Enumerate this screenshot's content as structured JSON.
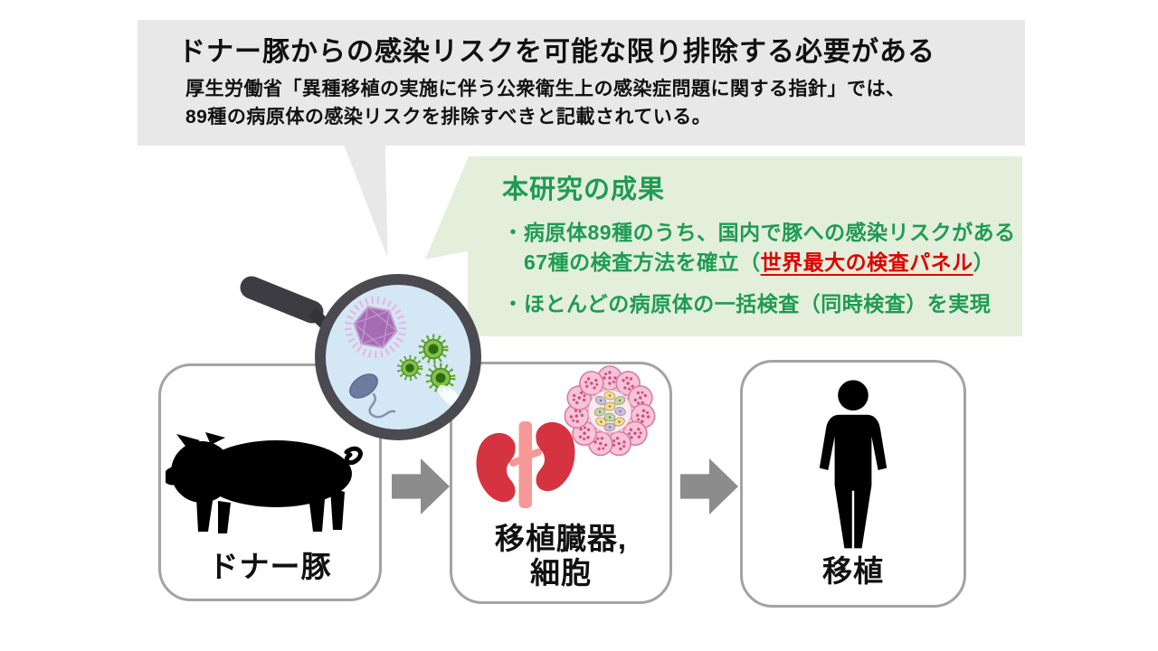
{
  "slide": {
    "issue_box": {
      "title": "ドナー豚からの感染リスクを可能な限り排除する必要がある",
      "detail_line1": "厚生労働省「異種移植の実施に伴う公衆衛生上の感染症問題に関する指針」では、",
      "detail_line2": "89種の病原体の感染リスクを排除すべきと記載されている。"
    },
    "results_box": {
      "title": "本研究の成果",
      "bullet_glyph": "•",
      "bullet1_line1": "病原体89種のうち、国内で豚への感染リスクがある",
      "bullet1_line2_prefix": "67種の検査方法を確立（",
      "bullet1_line2_highlight": "世界最大の検査パネル",
      "bullet1_line2_suffix": "）",
      "bullet2": "ほとんどの病原体の一括検査（同時検査）を実現"
    },
    "flow": {
      "donor_label": "ドナー豚",
      "organ_label_line1": "移植臓器,",
      "organ_label_line2": "細胞",
      "transplant_label": "移植"
    },
    "icons": {
      "magnifier": "magnifier-pathogens-icon",
      "purple_virus": "virus-purple-icon",
      "green_virus": "virus-green-icon",
      "bacterium": "bacterium-icon",
      "pig": "pig-silhouette-icon",
      "kidneys": "kidneys-icon",
      "cell_cluster": "cell-cluster-icon",
      "person": "person-silhouette-icon",
      "arrow": "arrow-right-icon"
    },
    "colors": {
      "issue_box_bg": "#e8e8e8",
      "results_box_bg": "#e3efda",
      "results_text_green": "#1e9b54",
      "highlight_red": "#dd0000",
      "flow_box_border": "#a3a3a3",
      "arrow_gray": "#8c8c8c",
      "text_black": "#111111",
      "kidney_red": "#d63340",
      "vessel_pink": "#f69897",
      "lens_blue": "#d4e7f5"
    }
  }
}
